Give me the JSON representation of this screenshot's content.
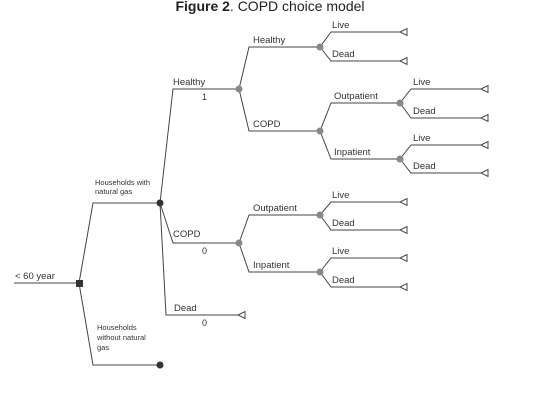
{
  "title": {
    "bold": "Figure 2",
    "rest": ". COPD choice model"
  },
  "root": {
    "label": "< 60 year"
  },
  "households_gas": {
    "line1": "Households with",
    "line2": "natural gas"
  },
  "households_no_gas": {
    "line1": "Households",
    "line2": "without natural",
    "line3": "gas"
  },
  "healthy": {
    "label": "Healthy",
    "value": "1"
  },
  "copd": {
    "label": "COPD",
    "value": "0"
  },
  "dead": {
    "label": "Dead",
    "value": "0"
  },
  "healthy_healthy": {
    "label": "Healthy",
    "live": "Live",
    "dead": "Dead"
  },
  "healthy_copd": {
    "label": "COPD"
  },
  "hc_outpatient": {
    "label": "Outpatient",
    "live": "Live",
    "dead": "Dead"
  },
  "hc_inpatient": {
    "label": "Inpatient",
    "live": "Live",
    "dead": "Dead"
  },
  "c_outpatient": {
    "label": "Outpatient",
    "live": "Live",
    "dead": "Dead"
  },
  "c_inpatient": {
    "label": "Inpatient",
    "live": "Live",
    "dead": "Dead"
  },
  "colors": {
    "line": "#444444",
    "chance_node": "#888888",
    "decision_node": "#333333",
    "terminal_node": "#333333"
  }
}
